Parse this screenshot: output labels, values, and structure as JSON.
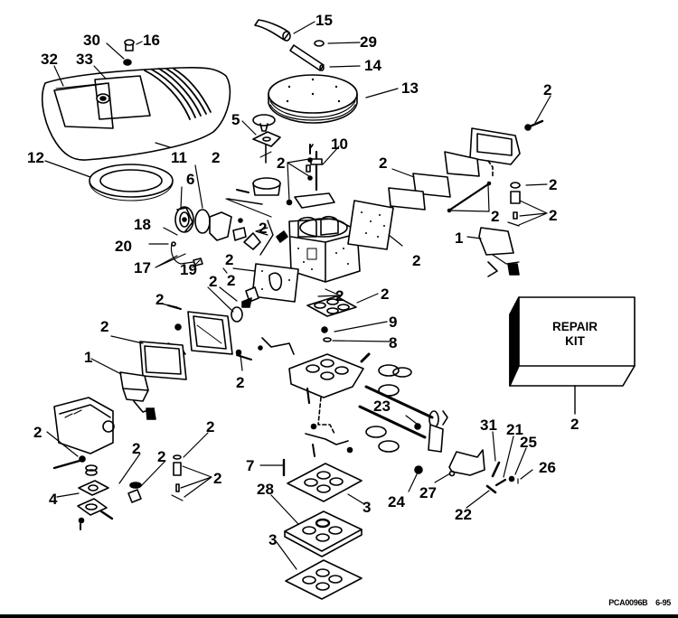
{
  "diagram": {
    "type": "exploded-parts-diagram",
    "subject": "4-barrel carburetor assembly with flame arrestor cover",
    "figure_code": "PCA0096B",
    "revision_date": "6-95",
    "repair_kit": {
      "label_line1": "REPAIR",
      "label_line2": "KIT",
      "callout": "2"
    },
    "callouts": [
      {
        "id": "c16",
        "text": "16"
      },
      {
        "id": "c30",
        "text": "30"
      },
      {
        "id": "c32",
        "text": "32"
      },
      {
        "id": "c33",
        "text": "33"
      },
      {
        "id": "c11",
        "text": "11"
      },
      {
        "id": "c12",
        "text": "12"
      },
      {
        "id": "c15",
        "text": "15"
      },
      {
        "id": "c29",
        "text": "29"
      },
      {
        "id": "c14",
        "text": "14"
      },
      {
        "id": "c13",
        "text": "13"
      },
      {
        "id": "c5",
        "text": "5"
      },
      {
        "id": "c10",
        "text": "10"
      },
      {
        "id": "c2a",
        "text": "2"
      },
      {
        "id": "c2b",
        "text": "2"
      },
      {
        "id": "c6",
        "text": "6"
      },
      {
        "id": "c2c",
        "text": "2"
      },
      {
        "id": "c18",
        "text": "18"
      },
      {
        "id": "c20",
        "text": "20"
      },
      {
        "id": "c17",
        "text": "17"
      },
      {
        "id": "c19",
        "text": "19"
      },
      {
        "id": "c2d",
        "text": "2"
      },
      {
        "id": "c2e",
        "text": "2"
      },
      {
        "id": "c2f",
        "text": "2"
      },
      {
        "id": "c2g",
        "text": "2"
      },
      {
        "id": "c2h",
        "text": "2"
      },
      {
        "id": "c2i",
        "text": "2"
      },
      {
        "id": "c2j",
        "text": "2"
      },
      {
        "id": "c2k",
        "text": "2"
      },
      {
        "id": "c2l",
        "text": "2"
      },
      {
        "id": "c2m",
        "text": "2"
      },
      {
        "id": "c1a",
        "text": "1"
      },
      {
        "id": "c2n",
        "text": "2"
      },
      {
        "id": "c2o",
        "text": "2"
      },
      {
        "id": "c9",
        "text": "9"
      },
      {
        "id": "c8",
        "text": "8"
      },
      {
        "id": "c2p",
        "text": "2"
      },
      {
        "id": "c1b",
        "text": "1"
      },
      {
        "id": "c2q",
        "text": "2"
      },
      {
        "id": "c23",
        "text": "23"
      },
      {
        "id": "c2r",
        "text": "2"
      },
      {
        "id": "c2s",
        "text": "2"
      },
      {
        "id": "c2t",
        "text": "2"
      },
      {
        "id": "c2u",
        "text": "2"
      },
      {
        "id": "c2v",
        "text": "2"
      },
      {
        "id": "c4",
        "text": "4"
      },
      {
        "id": "c7",
        "text": "7"
      },
      {
        "id": "c28",
        "text": "28"
      },
      {
        "id": "c3a",
        "text": "3"
      },
      {
        "id": "c3b",
        "text": "3"
      },
      {
        "id": "c31",
        "text": "31"
      },
      {
        "id": "c21",
        "text": "21"
      },
      {
        "id": "c25",
        "text": "25"
      },
      {
        "id": "c26",
        "text": "26"
      },
      {
        "id": "c24",
        "text": "24"
      },
      {
        "id": "c27",
        "text": "27"
      },
      {
        "id": "c22",
        "text": "22"
      }
    ]
  }
}
